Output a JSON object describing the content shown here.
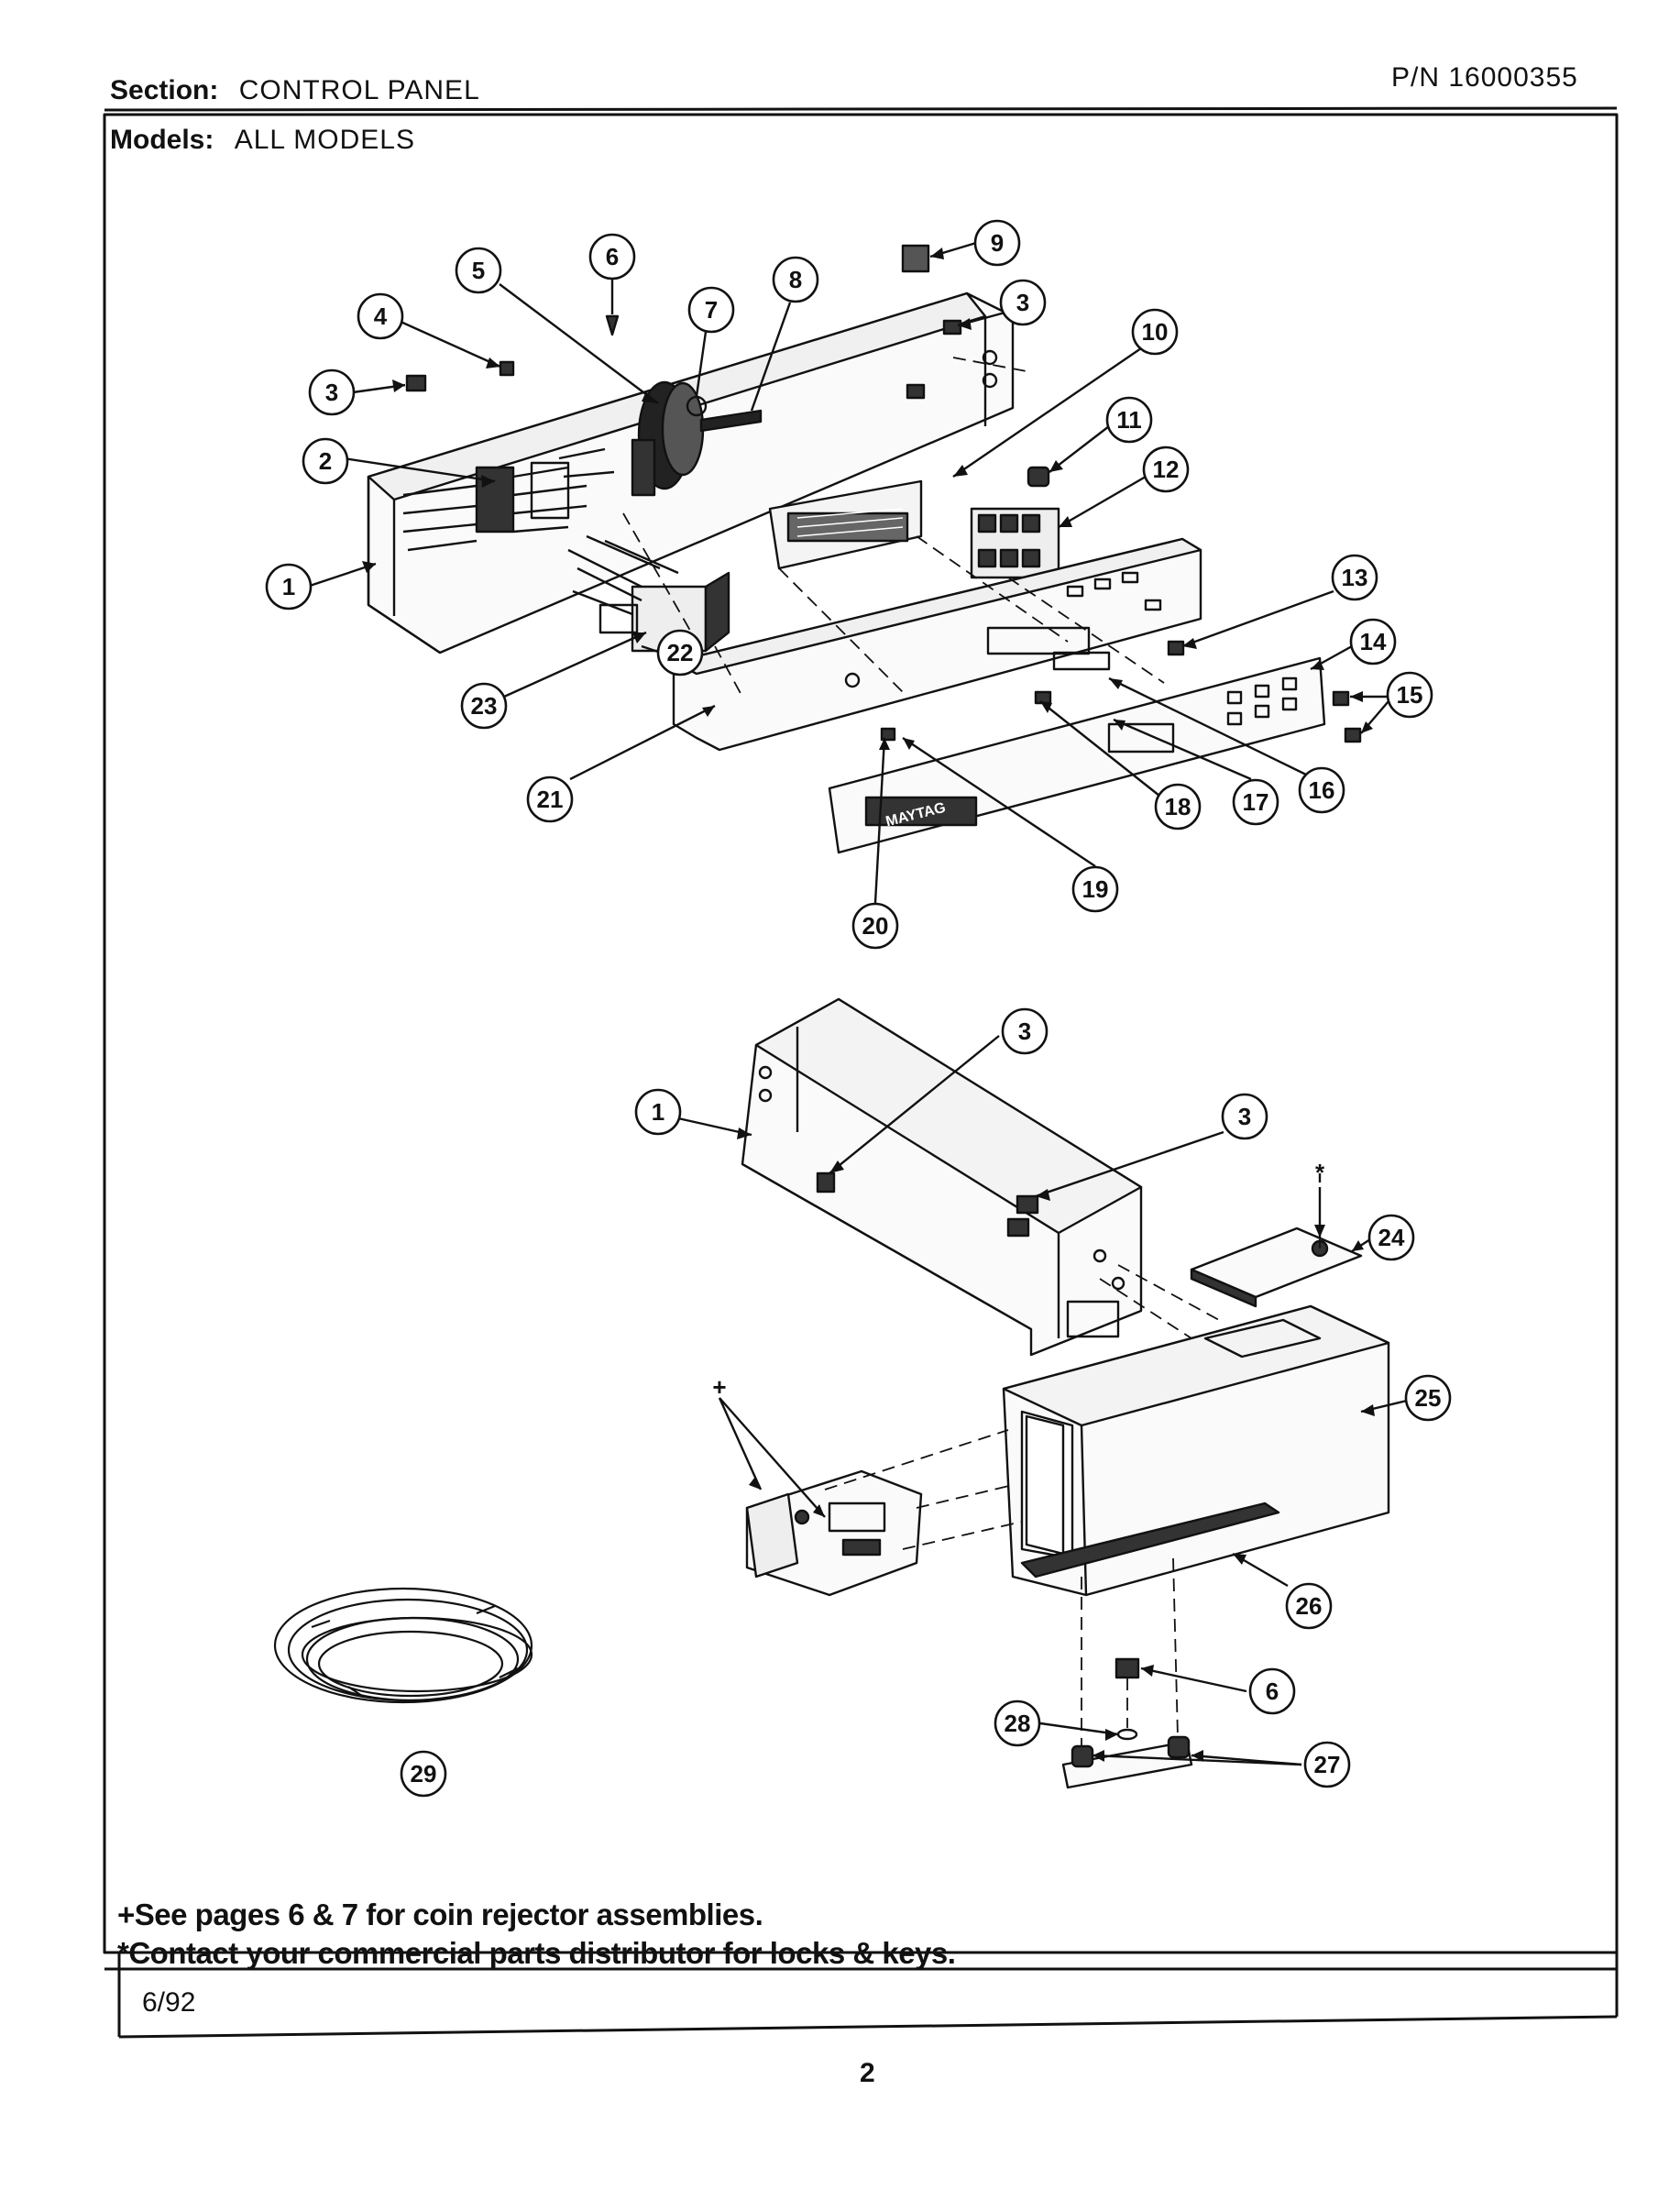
{
  "header": {
    "section_label": "Section:",
    "section_value": "CONTROL PANEL",
    "models_label": "Models:",
    "models_value": "ALL MODELS",
    "part_number": "P/N 16000355"
  },
  "panel_brand_text": "MAYTAG",
  "callouts": [
    "1",
    "2",
    "3",
    "4",
    "5",
    "6",
    "7",
    "8",
    "9",
    "10",
    "11",
    "12",
    "13",
    "14",
    "15",
    "16",
    "17",
    "18",
    "19",
    "20",
    "21",
    "22",
    "23",
    "24",
    "25",
    "26",
    "27",
    "28",
    "29",
    "1",
    "3",
    "3",
    "6"
  ],
  "symbols": {
    "plus": "+",
    "asterisk": "*"
  },
  "notes": [
    "+See pages 6 & 7 for coin rejector assemblies.",
    "*Contact your commercial parts distributor for locks & keys."
  ],
  "footer": {
    "date": "6/92",
    "page_number": "2"
  }
}
